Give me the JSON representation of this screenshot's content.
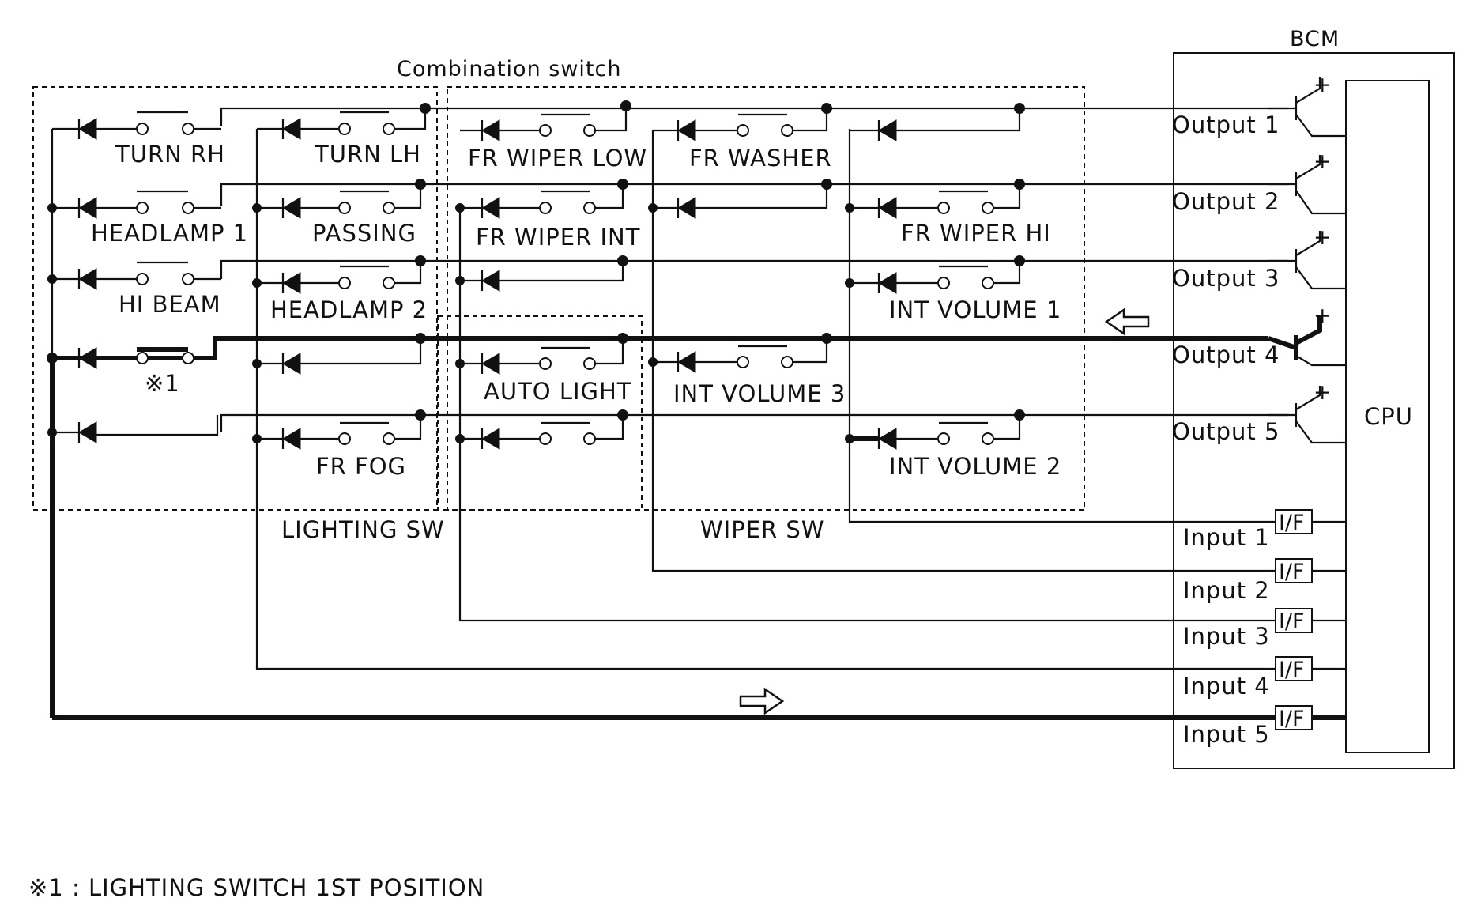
{
  "combination_switch_title": "Combination switch",
  "bcm_title": "BCM",
  "cpu_label": "CPU",
  "lighting_sw_label": "LIGHTING SW",
  "wiper_sw_label": "WIPER SW",
  "footnote_marker": "※1",
  "footnote": "※1 : LIGHTING SWITCH 1ST POSITION",
  "switches": {
    "turn_rh": "TURN RH",
    "turn_lh": "TURN LH",
    "headlamp_1": "HEADLAMP 1",
    "passing": "PASSING",
    "hi_beam": "HI BEAM",
    "headlamp_2": "HEADLAMP 2",
    "fr_fog": "FR FOG",
    "fr_wiper_low": "FR WIPER LOW",
    "fr_wiper_int": "FR WIPER INT",
    "auto_light": "AUTO LIGHT",
    "fr_washer": "FR WASHER",
    "int_volume_3": "INT VOLUME 3",
    "fr_wiper_hi": "FR WIPER HI",
    "int_volume_1": "INT VOLUME 1",
    "int_volume_2": "INT VOLUME 2"
  },
  "outputs": [
    "Output 1",
    "Output 2",
    "Output 3",
    "Output 4",
    "Output 5"
  ],
  "inputs": [
    "Input 1",
    "Input 2",
    "Input 3",
    "Input 4",
    "Input 5"
  ],
  "interface_label": "I/F",
  "plus_sign": "+",
  "active_path": "Output 4 to Input 5 (heavy line)"
}
